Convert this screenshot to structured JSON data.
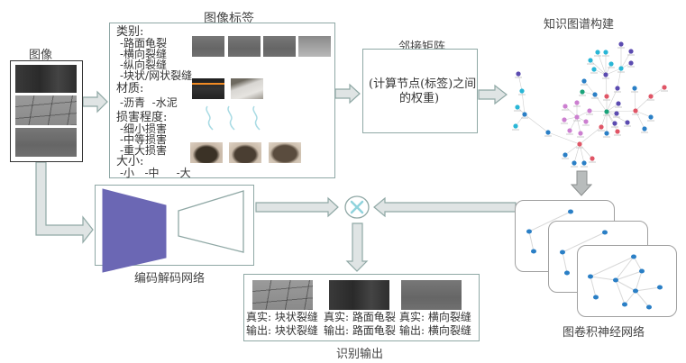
{
  "input": {
    "title": "图像"
  },
  "labels_panel": {
    "title": "图像标签",
    "category_heading": "类别:",
    "categories": [
      "-路面龟裂",
      "-横向裂缝",
      "-纵向裂缝",
      "-块状/网状裂缝"
    ],
    "material_heading": "材质:",
    "materials": "-沥青  -水泥",
    "damage_heading": "损害程度:",
    "damage_levels": [
      "-细小损害",
      "-中等损害",
      "-重大损害"
    ],
    "size_heading": "大小:",
    "sizes": "-小   -中     -大"
  },
  "adjacency": {
    "title": "邻接矩阵",
    "text_line1": "(计算节点(标签)之间",
    "text_line2": "的权重)"
  },
  "knowledge_graph": {
    "title": "知识图谱构建",
    "node_colors": {
      "cyan": "#29b6d6",
      "purple": "#5b4bb0",
      "blue": "#2a7fc6",
      "red": "#e05566",
      "pink": "#cc7fd0",
      "green": "#1aa37a"
    }
  },
  "encoder_decoder": {
    "title": "编码解码网络",
    "encoder_color": "#6b67b4"
  },
  "fusion": {
    "operator": "multiply-icon",
    "color": "#8fd3dc"
  },
  "gcn": {
    "title": "图卷积神经网络",
    "node_color": "#2a7fc6"
  },
  "output": {
    "title": "识别输出",
    "results": [
      {
        "truth": "真实: 块状裂缝",
        "pred": "输出: 块状裂缝"
      },
      {
        "truth": "真实: 路面龟裂",
        "pred": "输出: 路面龟裂"
      },
      {
        "truth": "真实: 横向裂缝",
        "pred": "输出: 横向裂缝"
      }
    ]
  },
  "colors": {
    "border": "#8fa8a5",
    "arrow_fill": "#dfe4e4",
    "arrow_stroke": "#8fa8a5"
  }
}
